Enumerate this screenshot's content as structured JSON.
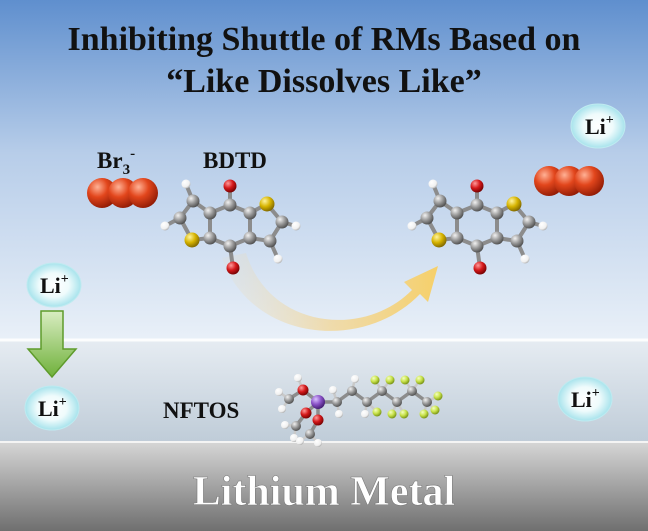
{
  "title": {
    "line1": "Inhibiting Shuttle of RMs Based on",
    "line2": "“Like Dissolves Like”"
  },
  "labels": {
    "tribromide_base": "Br",
    "tribromide_sub": "3",
    "tribromide_sup": "-",
    "bdtd": "BDTD",
    "nftos": "NFTOS",
    "lithium_metal": "Lithium Metal"
  },
  "lithium_ion": {
    "base": "Li",
    "sup": "+"
  },
  "colors": {
    "electrolyte_top": "#5f8fce",
    "electrolyte_bottom": "#e9f0f8",
    "sei_layer": "#c9d5e0",
    "metal_top": "#cdcdcd",
    "metal_bottom": "#6f6f6f",
    "bromine_atom": "#e2461c",
    "carbon_atom": "#9a9a9a",
    "sulfur_atom": "#d7b400",
    "oxygen_atom": "#d4181a",
    "hydrogen_atom": "#ffffff",
    "fluorine_atom": "#c8e24a",
    "silicon_atom": "#8a52c7",
    "li_bubble": "#dff6f9",
    "down_arrow": "#7fbf3f",
    "shuttle_arrow": "#f4d17a"
  },
  "icons": [
    "tribromide-molecule",
    "bdtd-molecule",
    "nftos-molecule",
    "down-arrow-icon",
    "shuttle-arrow-icon",
    "lithium-ion-bubble"
  ]
}
